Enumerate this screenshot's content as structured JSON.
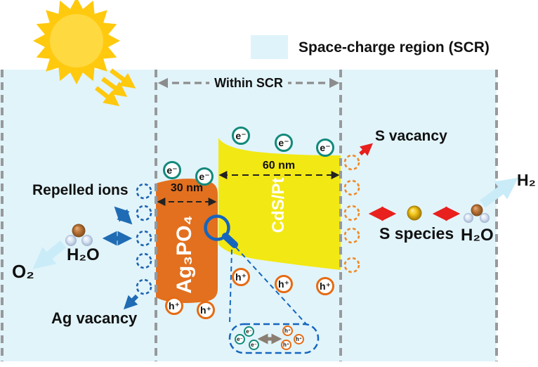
{
  "legend": {
    "label": "Space-charge region (SCR)"
  },
  "scr": {
    "within_label": "Within SCR"
  },
  "slabs": {
    "agpo": {
      "label": "Ag₃PO₄",
      "width_label": "30 nm"
    },
    "cdspt": {
      "label": "CdS/Pt",
      "width_label": "60 nm"
    }
  },
  "particles": {
    "electron": "e⁻",
    "hole": "h⁺"
  },
  "left_panel": {
    "repelled_ions": "Repelled ions",
    "water": "H₂O",
    "oxygen": "O₂",
    "ag_vacancy": "Ag vacancy"
  },
  "right_panel": {
    "s_vacancy": "S vacancy",
    "s_species": "S species",
    "water": "H₂O",
    "hydrogen": "H₂"
  },
  "colors": {
    "scr_fill": "#E1F4FA",
    "legend_swatch": "#DFF3FA",
    "agpo_fill": "#E2701F",
    "cdspt_fill": "#F2E813",
    "sun_outer": "#FFC90E",
    "sun_inner": "#FFD940",
    "electron_ring": "#12897B",
    "hole_ring": "#E66B13",
    "repelled_ion_ring": "#1E63B0",
    "s_vacancy_ring": "#F08A24",
    "arrow_blue": "#1F6CB4",
    "arrow_red": "#E8201E",
    "arrow_pale_blue": "#C9ECF8",
    "magnifier_blue": "#1565BF",
    "dashed_line_gray": "#97999B"
  }
}
